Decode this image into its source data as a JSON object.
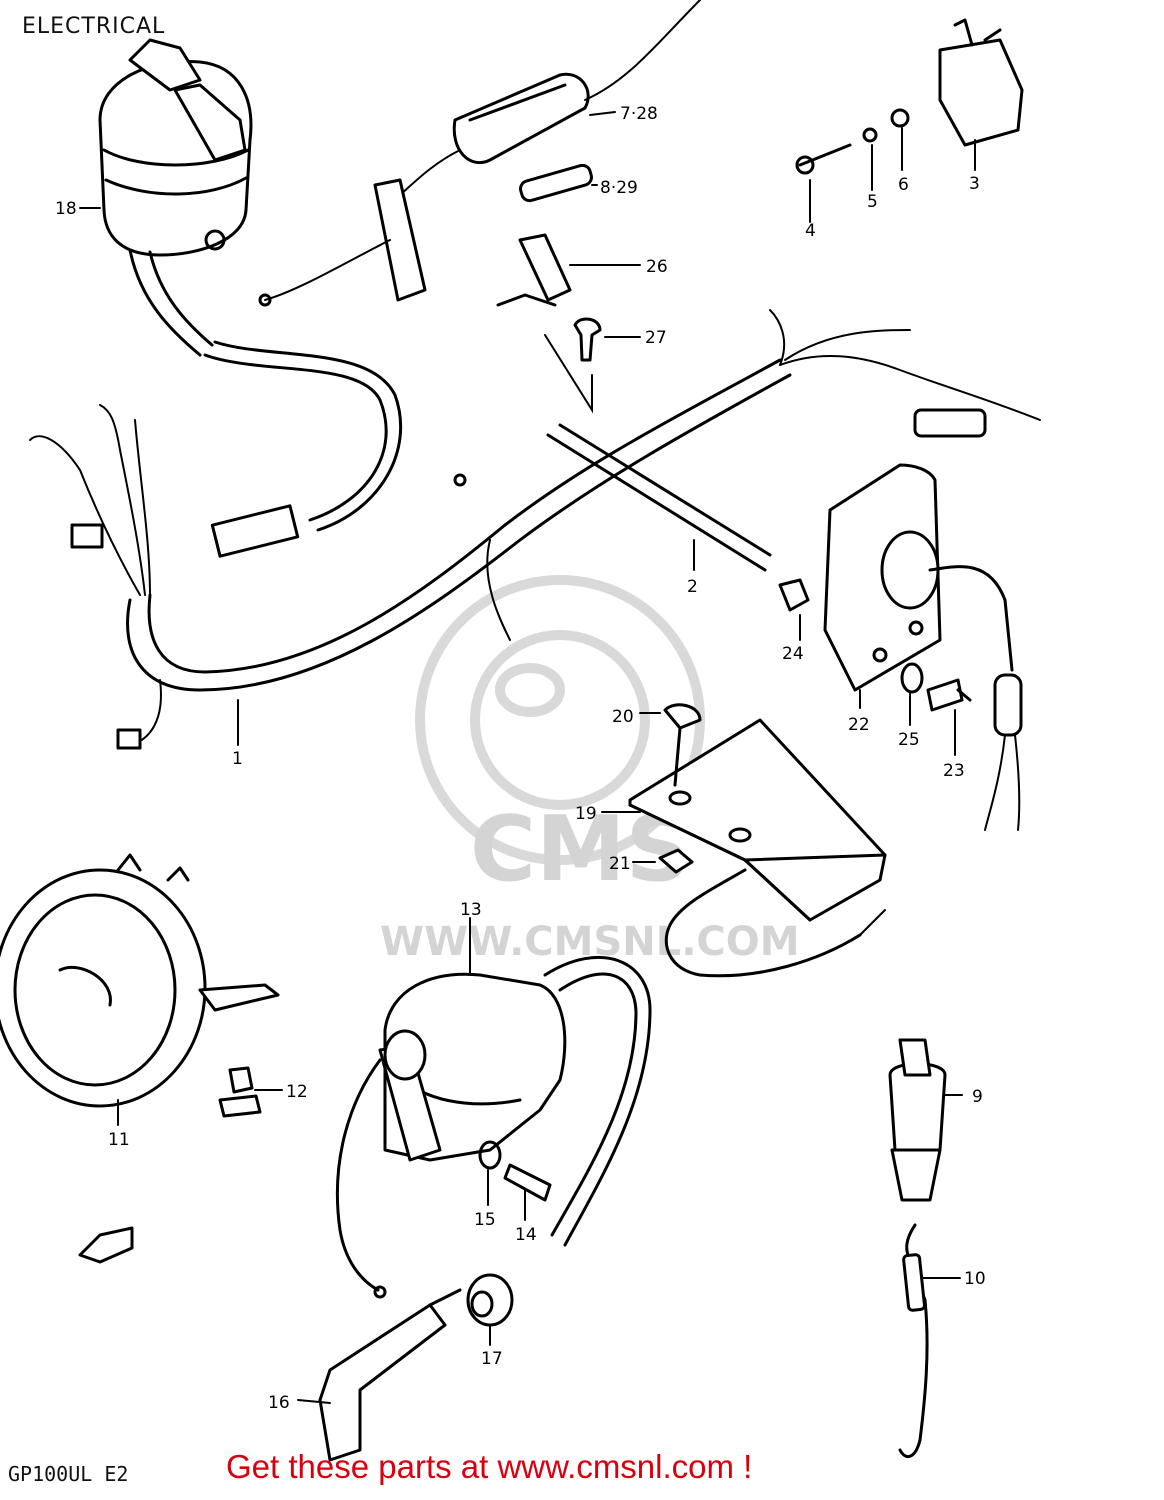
{
  "page": {
    "title": "ELECTRICAL",
    "model_code": "GP100UL E2",
    "banner": "Get these parts at www.cmsnl.com !"
  },
  "watermark": {
    "logo_text": "CMS",
    "url_text": "WWW.CMSNL.COM"
  },
  "callouts": [
    "1",
    "2",
    "3",
    "4",
    "5",
    "6",
    "7·28",
    "8·29",
    "9",
    "10",
    "11",
    "12",
    "13",
    "14",
    "15",
    "16",
    "17",
    "18",
    "19",
    "20",
    "21",
    "22",
    "23",
    "24",
    "25",
    "26",
    "27"
  ]
}
